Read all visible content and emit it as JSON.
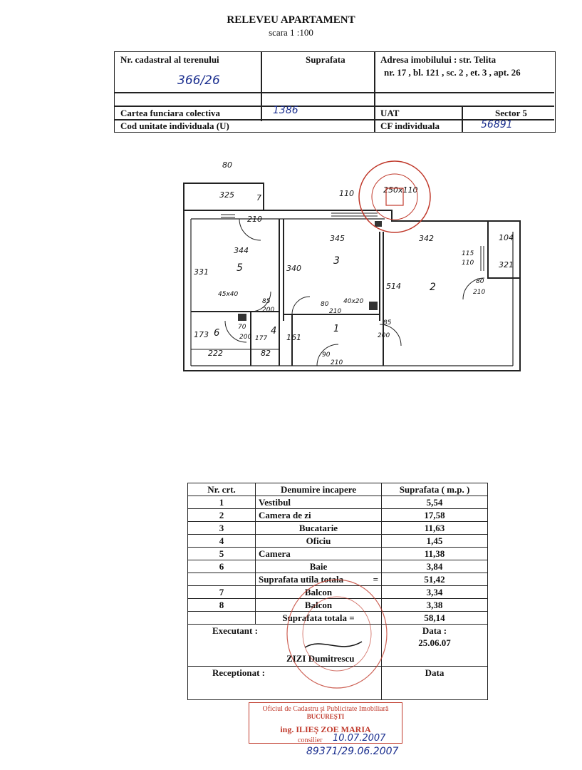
{
  "document": {
    "title": "RELEVEU APARTAMENT",
    "scale": "scara 1 :100"
  },
  "header": {
    "cadastral_label": "Nr. cadastral al terenului",
    "cadastral_value": "366/26",
    "surface_label": "Suprafata",
    "address_line1": "Adresa  imobilului : str. Telita",
    "address_line2": "nr. 17 , bl. 121 , sc. 2 , et. 3 , apt. 26",
    "cf_collective_label": "Cartea funciara colectiva",
    "cf_collective_value": "1386",
    "uat_label": "UAT",
    "uat_value": "Sector  5",
    "unit_code_label": "Cod unitate individuala  (U)",
    "cf_individual_label": "CF individuala",
    "cf_individual_value": "56891"
  },
  "plan": {
    "labels": [
      "325",
      "7",
      "210",
      "80",
      "110",
      "250x110",
      "345",
      "342",
      "104",
      "344",
      "5",
      "331",
      "340",
      "3",
      "514",
      "115",
      "110",
      "2",
      "321",
      "80",
      "210",
      "45x40",
      "85",
      "200",
      "80",
      "210",
      "40x20",
      "70",
      "200",
      "4",
      "177",
      "173",
      "6",
      "161",
      "1",
      "85",
      "200",
      "222",
      "82",
      "90",
      "210"
    ]
  },
  "rooms": {
    "headers": [
      "Nr. crt.",
      "Denumire incapere",
      "Suprafata ( m.p. )"
    ],
    "rows": [
      {
        "nr": "1",
        "name": "Vestibul",
        "area": "5,54"
      },
      {
        "nr": "2",
        "name": "Camera de zi",
        "area": "17,58"
      },
      {
        "nr": "3",
        "name": "Bucatarie",
        "area": "11,63"
      },
      {
        "nr": "4",
        "name": "Oficiu",
        "area": "1,45"
      },
      {
        "nr": "5",
        "name": "Camera",
        "area": "11,38"
      },
      {
        "nr": "6",
        "name": "Baie",
        "area": "3,84"
      }
    ],
    "useful_total_label": "Suprafata utila totala",
    "useful_total_eq": "=",
    "useful_total_value": "51,42",
    "balconies": [
      {
        "nr": "7",
        "name": "Balcon",
        "area": "3,34"
      },
      {
        "nr": "8",
        "name": "Balcon",
        "area": "3,38"
      }
    ],
    "total_label": "Suprafata totala",
    "total_eq": "=",
    "total_value": "58,14"
  },
  "footer": {
    "executant_label": "Executant  :",
    "date_label": "Data :",
    "date_value": "25.06.07",
    "executant_name": "ZIZI  Dumitrescu",
    "receptionat_label": "Receptionat :",
    "date_label2": "Data"
  },
  "stamp_bottom": {
    "line1": "Oficiul de Cadastru şi Publicitate Imobiliară",
    "line2": "BUCUREŞTI",
    "line3": "ing. ILIEŞ ZOE MARIA",
    "line4": "consilier",
    "handwritten_date": "10.07.2007",
    "handwritten_ref": "89371/29.06.2007"
  },
  "colors": {
    "ink": "#111111",
    "stamp_red": "#c0392b",
    "pen_blue": "#1b2f8f"
  }
}
